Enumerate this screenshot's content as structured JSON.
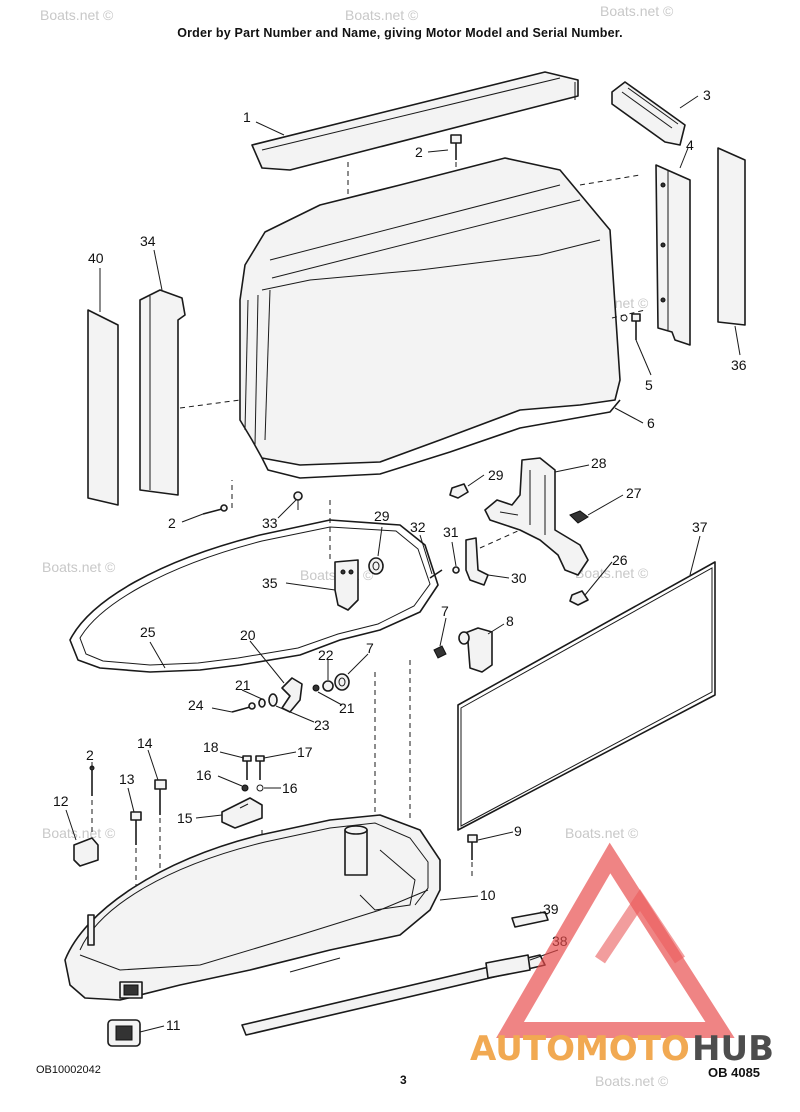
{
  "header": {
    "instruction": "Order by Part Number and Name, giving Motor Model and Serial Number."
  },
  "watermark": {
    "text": "Boats.net ©",
    "color": "#c8c8c8"
  },
  "callouts": [
    "1",
    "2",
    "3",
    "4",
    "34",
    "40",
    "5",
    "36",
    "6",
    "29",
    "28",
    "27",
    "2",
    "33",
    "29",
    "32",
    "31",
    "30",
    "35",
    "37",
    "26",
    "25",
    "20",
    "22",
    "7",
    "7",
    "8",
    "21",
    "24",
    "21",
    "23",
    "2",
    "14",
    "18",
    "17",
    "16",
    "16",
    "13",
    "12",
    "15",
    "9",
    "10",
    "39",
    "38",
    "11"
  ],
  "footer": {
    "doc_code": "OB10002042",
    "page_number": "3",
    "drawing_code": "OB 4085"
  },
  "logo": {
    "word_left": "AUTOMOTO",
    "word_right": "HUB",
    "color_primary": "#e84a4a",
    "color_secondary": "#f0a040",
    "color_dark": "#3a3a3a"
  }
}
